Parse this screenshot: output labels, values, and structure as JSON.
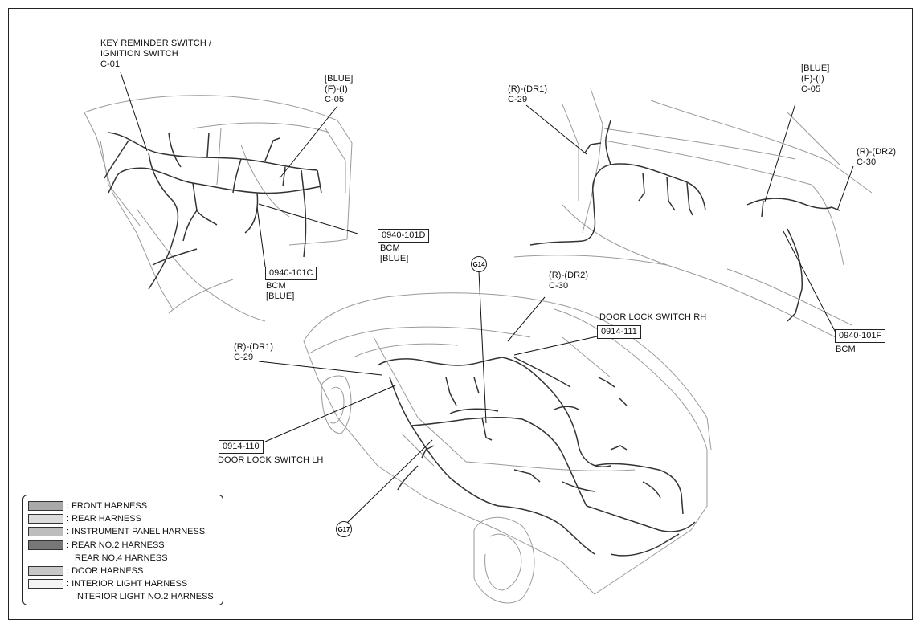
{
  "callouts": {
    "key_reminder": [
      "KEY REMINDER SWITCH /",
      "IGNITION SWITCH",
      "C-01"
    ],
    "blue_c05_left": [
      "[BLUE]",
      "(F)-(I)",
      "C-05"
    ],
    "r_dr1_top": [
      "(R)-(DR1)",
      "C-29"
    ],
    "blue_c05_right": [
      "[BLUE]",
      "(F)-(I)",
      "C-05"
    ],
    "r_dr2_right": [
      "(R)-(DR2)",
      "C-30"
    ],
    "r_dr2_mid": [
      "(R)-(DR2)",
      "C-30"
    ],
    "door_lock_rh": "DOOR LOCK SWITCH RH",
    "r_dr1_left": [
      "(R)-(DR1)",
      "C-29"
    ],
    "door_lock_lh": "DOOR LOCK SWITCH LH",
    "bcm_d_sub": [
      "BCM",
      "[BLUE]"
    ],
    "bcm_c_sub": [
      "BCM",
      "[BLUE]"
    ],
    "bcm_f_sub": "BCM"
  },
  "part_numbers": {
    "bcm_d": "0940-101D",
    "bcm_c": "0940-101C",
    "bcm_f": "0940-101F",
    "rh_switch": "0914-111",
    "lh_switch": "0914-110"
  },
  "grounds": {
    "g14": "G14",
    "g17": "G17"
  },
  "legend": [
    {
      "label": ": FRONT HARNESS",
      "swatch": "#a9a9a9"
    },
    {
      "label": ": REAR HARNESS",
      "swatch": "#dcdcdc"
    },
    {
      "label": ": INSTRUMENT PANEL HARNESS",
      "swatch": "#bdbdbd"
    },
    {
      "label": ": REAR NO.2 HARNESS",
      "swatch": "#777777"
    },
    {
      "label": "REAR NO.4 HARNESS",
      "swatch": ""
    },
    {
      "label": ": DOOR HARNESS",
      "swatch": "#c8c8c8"
    },
    {
      "label": ": INTERIOR LIGHT HARNESS",
      "swatch": "#f4f4f4"
    },
    {
      "label": "INTERIOR LIGHT NO.2 HARNESS",
      "swatch": ""
    }
  ]
}
